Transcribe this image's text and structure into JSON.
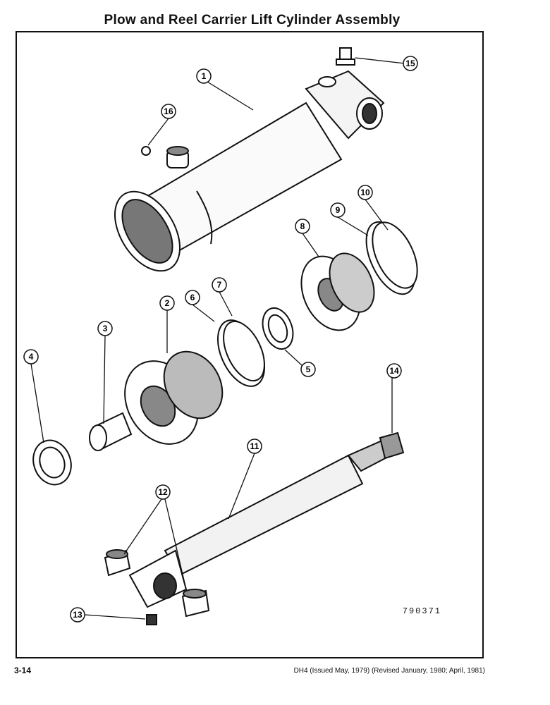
{
  "title": "Plow and Reel Carrier Lift Cylinder Assembly",
  "figure_number": "790371",
  "callouts": [
    "1",
    "2",
    "3",
    "4",
    "5",
    "6",
    "7",
    "8",
    "9",
    "10",
    "11",
    "12",
    "13",
    "14",
    "15",
    "16"
  ],
  "footer": {
    "page": "3-14",
    "revision": "DH4 (Issued May, 1979) (Revised January, 1980; April, 1981)"
  }
}
